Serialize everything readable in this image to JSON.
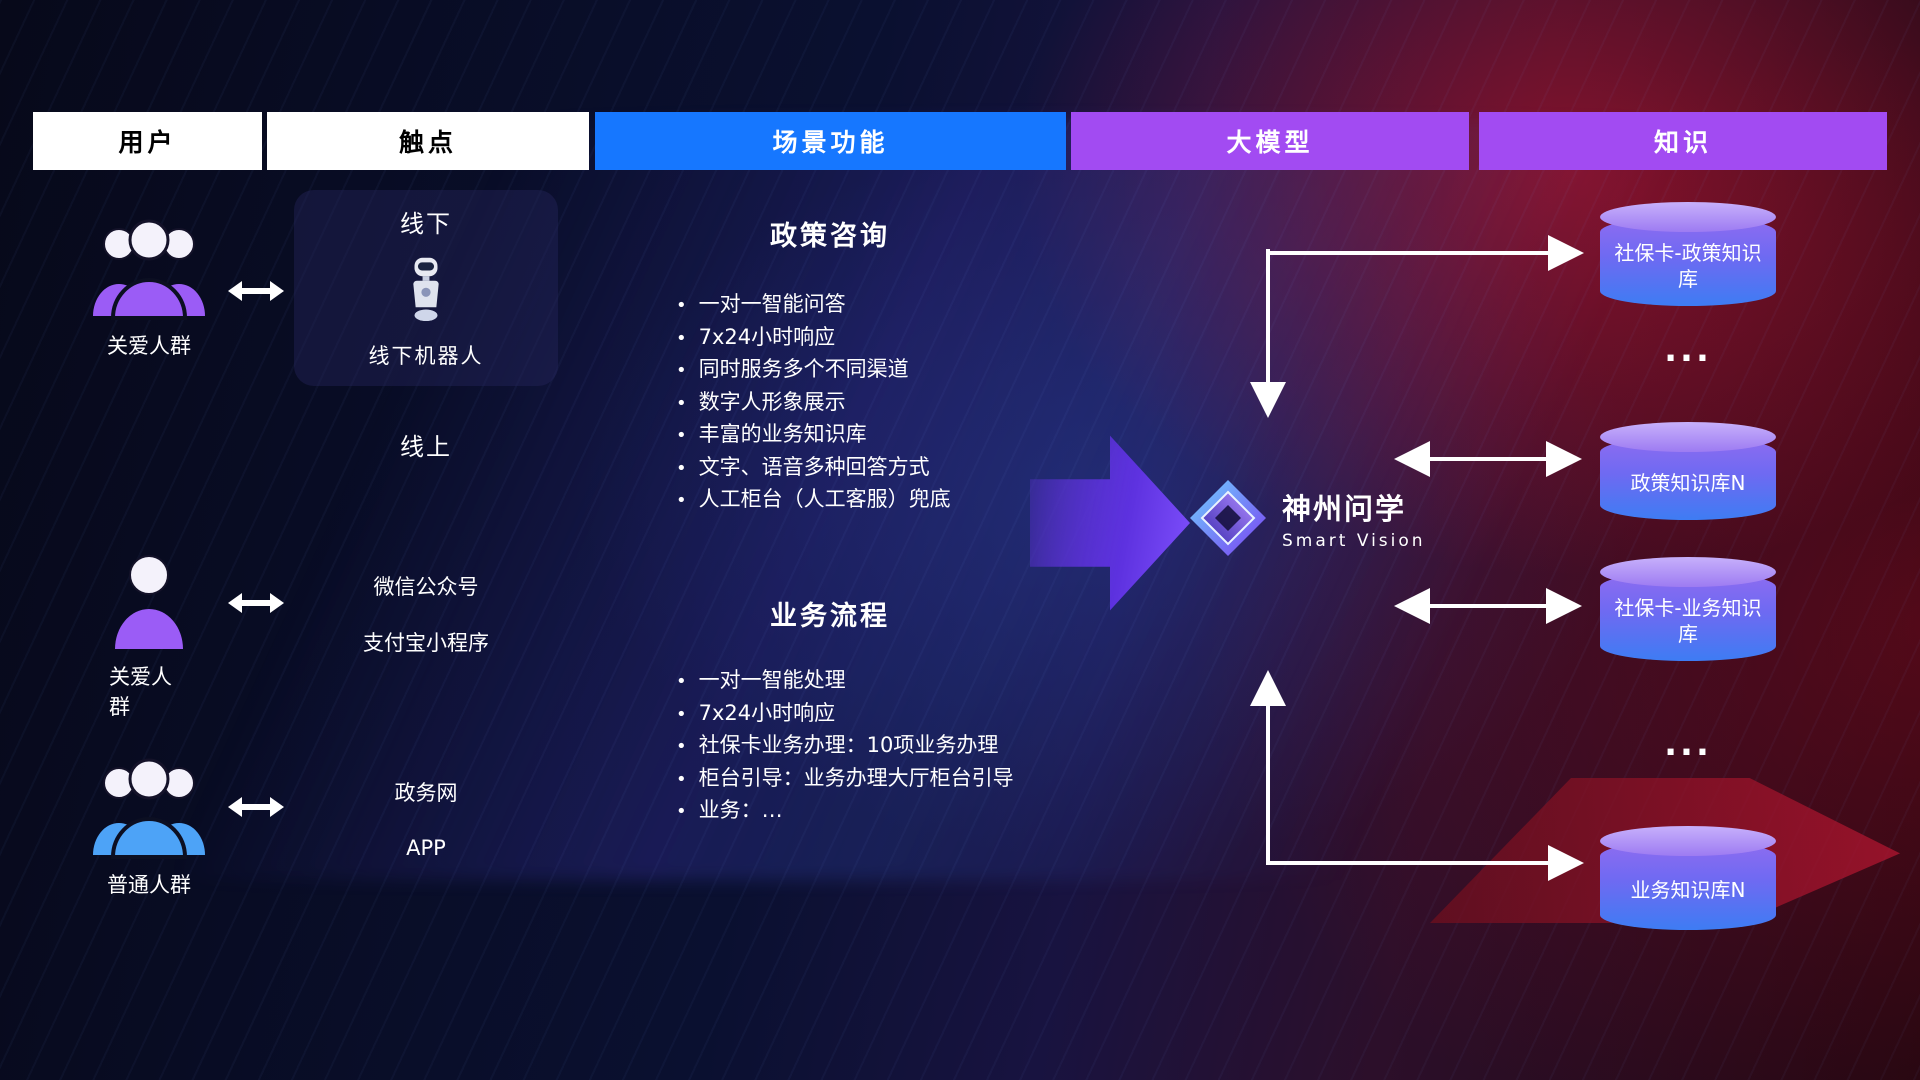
{
  "header": {
    "columns": [
      {
        "label": "用户"
      },
      {
        "label": "触点"
      },
      {
        "label": "场景功能"
      },
      {
        "label": "大模型"
      },
      {
        "label": "知识"
      }
    ]
  },
  "users": [
    {
      "label": "关爱人群",
      "icon": "group-users-icon",
      "color": "#9b5cf6"
    },
    {
      "label": "关爱人群",
      "icon": "person-icon",
      "color": "#9b5cf6"
    },
    {
      "label": "普通人群",
      "icon": "group-users-icon",
      "color": "#4da3f7"
    }
  ],
  "touchpoints": {
    "offline": {
      "title": "线下",
      "robot": "线下机器人"
    },
    "online": {
      "title": "线上",
      "items": [
        "微信公众号",
        "支付宝小程序",
        "政务网",
        "APP"
      ]
    }
  },
  "scenarios": [
    {
      "title": "政策咨询",
      "items": [
        "一对一智能问答",
        "7x24小时响应",
        "同时服务多个不同渠道",
        "数字人形象展示",
        "丰富的业务知识库",
        "文字、语音多种回答方式",
        "人工柜台（人工客服）兜底"
      ]
    },
    {
      "title": "业务流程",
      "items": [
        "一对一智能处理",
        "7x24小时响应",
        "社保卡业务办理：10项业务办理",
        "柜台引导：业务办理大厅柜台引导",
        "业务：…"
      ]
    }
  ],
  "model": {
    "name": "神州问学",
    "subtitle": "Smart Vision"
  },
  "knowledge": {
    "dbs": [
      "社保卡-政策知识库",
      "政策知识库N",
      "社保卡-业务知识库",
      "业务知识库N"
    ],
    "dots": "..."
  },
  "colors": {
    "header_blue": "#1677ff",
    "header_purple": "#a24bf2",
    "cylinder_top": "#c7b0fb",
    "cylinder_bottom": "#3e7cf3",
    "user_purple": "#9b5cf6",
    "user_blue": "#4da3f7",
    "background_red": "#a01025"
  }
}
